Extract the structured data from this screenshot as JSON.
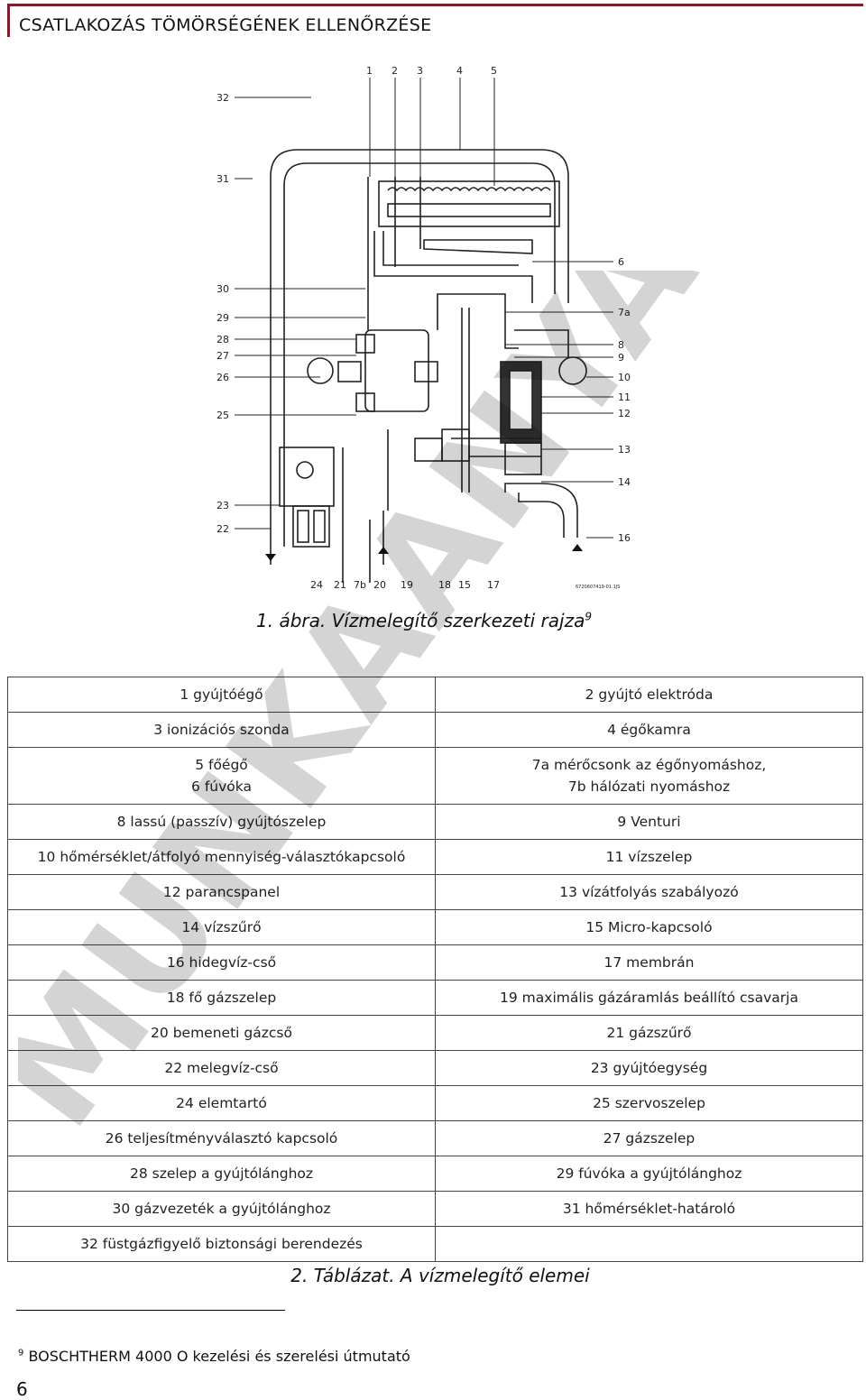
{
  "header": {
    "title": "CSATLAKOZÁS TÖMÖRSÉGÉNEK ELLENŐRZÉSE"
  },
  "figure": {
    "caption": "1. ábra. Vízmelegítő szerkezeti rajza",
    "caption_sup": "9",
    "top_labels": [
      "1",
      "2",
      "3",
      "4",
      "5"
    ],
    "left_labels": [
      "32",
      "31",
      "30",
      "29",
      "28",
      "27",
      "26",
      "25",
      "23",
      "22"
    ],
    "right_labels": [
      "6",
      "7a",
      "8",
      "9",
      "10",
      "11",
      "12",
      "13",
      "14",
      "16"
    ],
    "bottom_labels": [
      "24",
      "21",
      "7b",
      "20",
      "19",
      "18",
      "15",
      "17"
    ],
    "code": "6720607419-01.1JS"
  },
  "table": {
    "rows": [
      [
        "1 gyújtóégő",
        "2 gyújtó elektróda"
      ],
      [
        "3 ionizációs szonda",
        "4 égőkamra"
      ],
      [
        "5 főégő\n6 fúvóka",
        "7a mérőcsonk az égőnyomáshoz,\n7b hálózati nyomáshoz"
      ],
      [
        "8 lassú (passzív) gyújtószelep",
        "9 Venturi"
      ],
      [
        "10 hőmérséklet/átfolyó mennyiség-választókapcsoló",
        "11 vízszelep"
      ],
      [
        "12 parancspanel",
        "13 vízátfolyás szabályozó"
      ],
      [
        "14 vízszűrő",
        "15 Micro-kapcsoló"
      ],
      [
        "16 hidegvíz-cső",
        "17 membrán"
      ],
      [
        "18 fő gázszelep",
        "19 maximális gázáramlás beállító csavarja"
      ],
      [
        "20 bemeneti gázcső",
        "21 gázszűrő"
      ],
      [
        "22 melegvíz-cső",
        "23 gyújtóegység"
      ],
      [
        "24 elemtartó",
        "25 szervoszelep"
      ],
      [
        "26 teljesítményválasztó kapcsoló",
        "27 gázszelep"
      ],
      [
        "28 szelep a gyújtólánghoz",
        "29 fúvóka a gyújtólánghoz"
      ],
      [
        "30 gázvezeték a gyújtólánghoz",
        "31 hőmérséklet-határoló"
      ],
      [
        "32 füstgázfigyelő biztonsági berendezés",
        ""
      ]
    ],
    "caption": "2. Táblázat. A vízmelegítő elemei"
  },
  "watermark": "MUNKAANYAG",
  "footnote": {
    "mark": "9",
    "text": "BOSCHTHERM 4000 O kezelési és szerelési útmutató"
  },
  "page_number": "6"
}
